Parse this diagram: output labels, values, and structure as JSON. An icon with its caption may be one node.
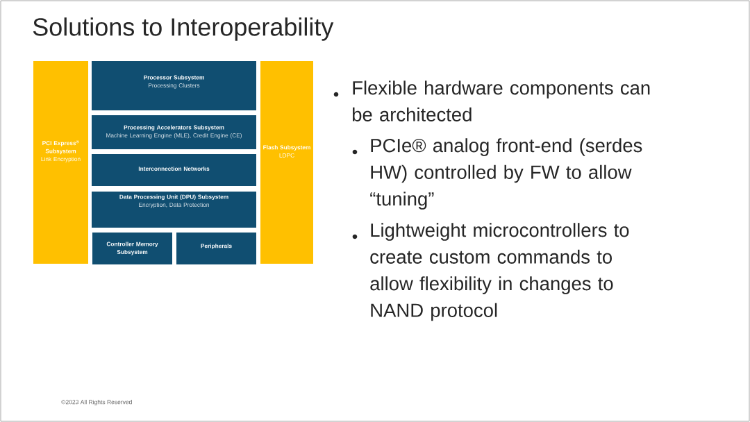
{
  "diagram": {
    "title": "Solutions to Interoperability",
    "nodes": [
      {
        "text": [
          "PCI Express$^{®}$ Subsystem",
          "Link Encryption"
        ]
      },
      {
        "text": [
          "Processor Subsystem",
          "Processing Clusters"
        ]
      },
      {
        "text": [
          "Processing Accelerators Subsystem",
          "Machine Learning Engine (MLE), Credit Engine (CE)"
        ]
      },
      {
        "text": [
          "Interconnection Networks"
        ]
      },
      {
        "text": [
          "Data Processing Unit (DPU) Subsystem",
          "Encryption, Data Protection"
        ]
      },
      {
        "text": [
          "Controller Memory Subsystem"
        ]
      },
      {
        "text": [
          "Peripherals"
        ]
      },
      {
        "text": [
          "Flash Subsystem",
          "LDPC"
        ]
      }
    ],
    "labels": [
      "Flexible hardware components can be architected",
      "PCIe® analog front-end (serdes HW) controlled by FW to allow “tuning”",
      "Lightweight microcontrollers to create custom commands to allow flexibility in changes to NAND protocol",
      "©2023 All Rights Reserved"
    ]
  }
}
